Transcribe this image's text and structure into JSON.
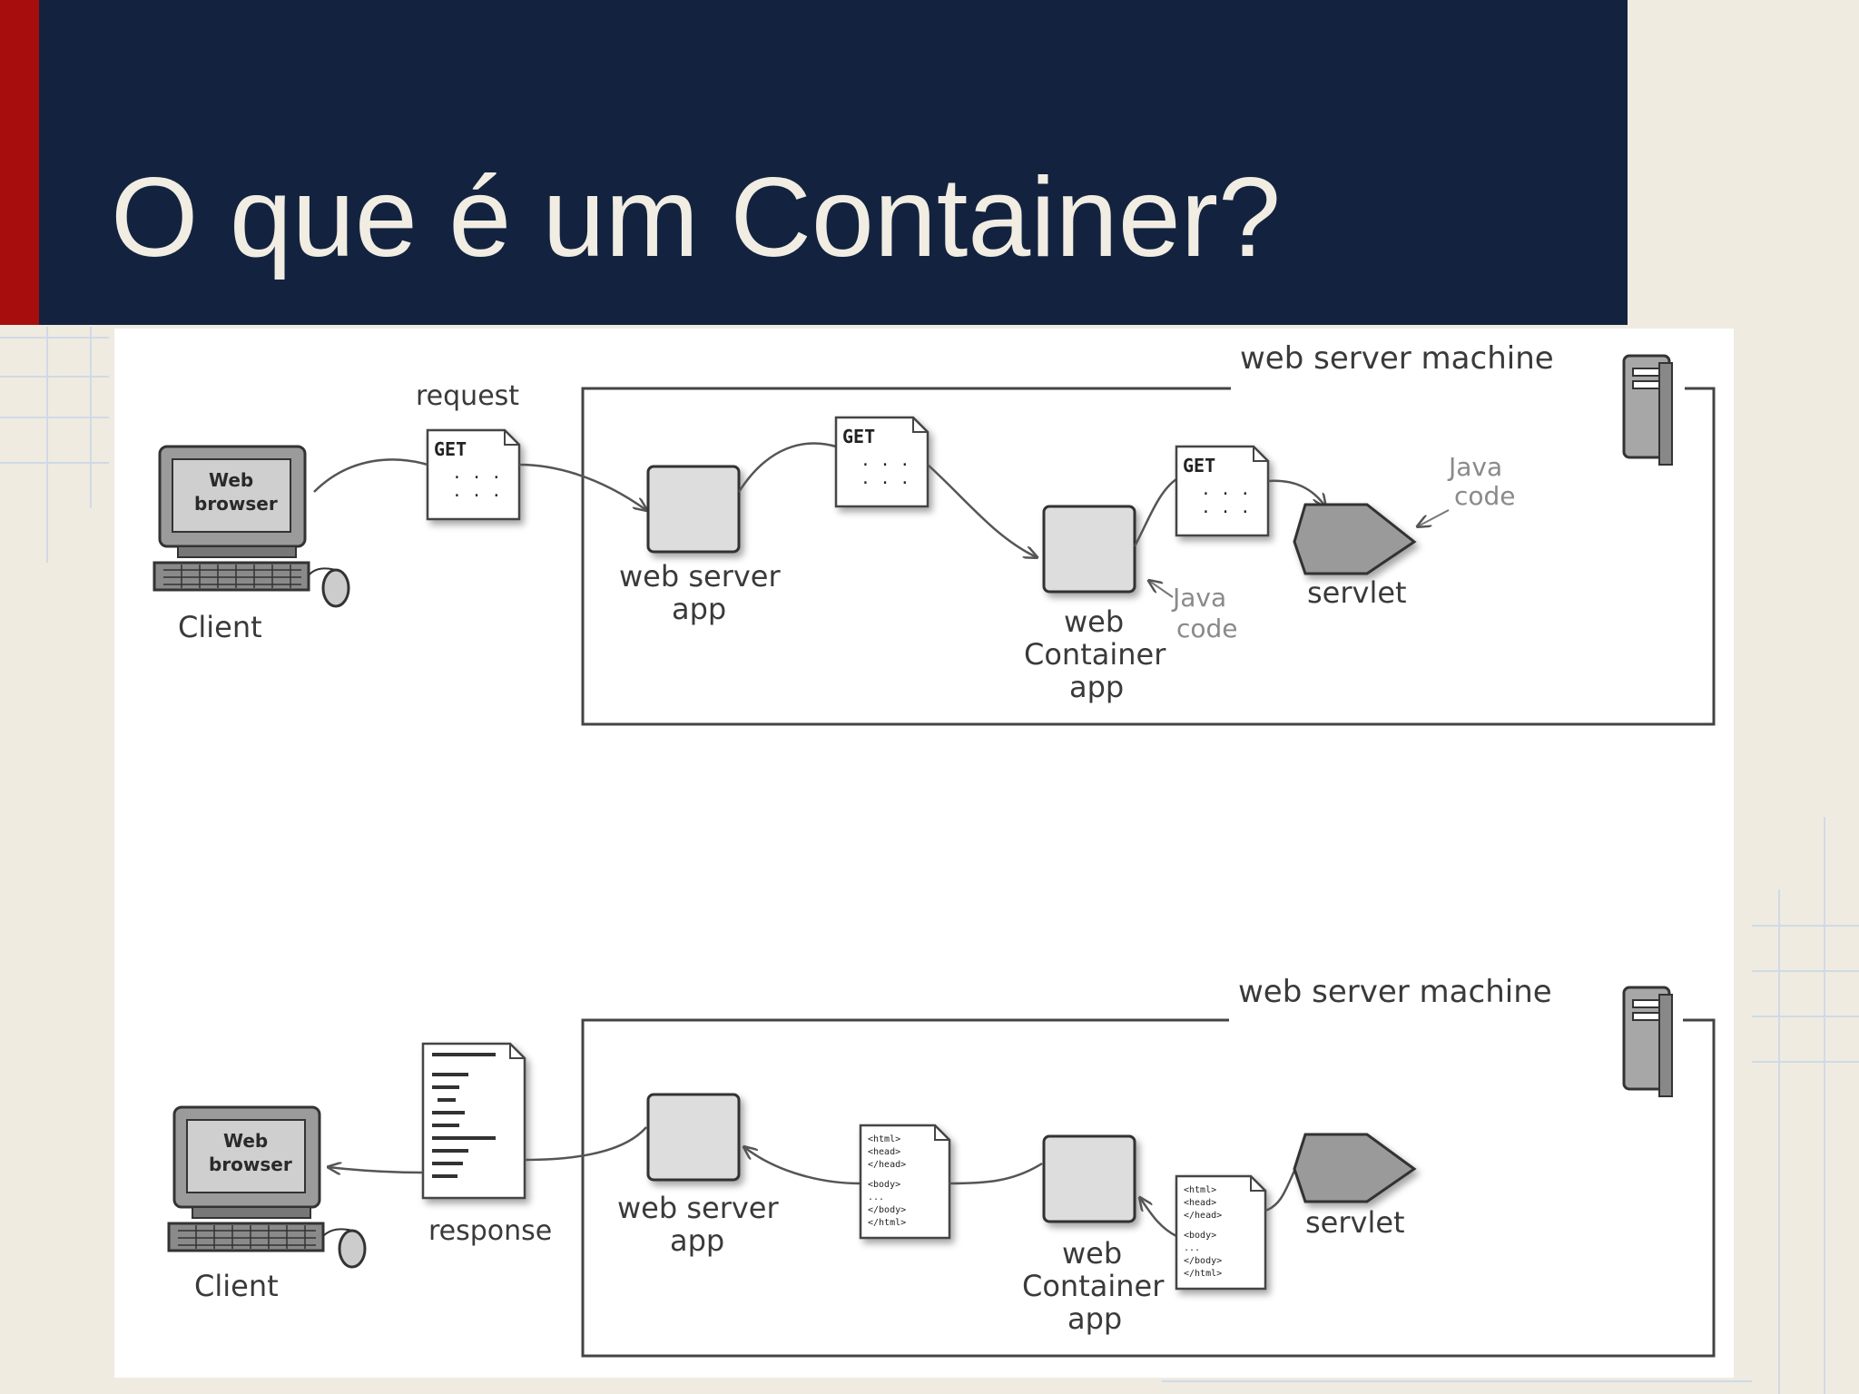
{
  "slide": {
    "title": "O que é um Container?",
    "accent_color": "#a70d0d",
    "header_color": "#13233f"
  },
  "request_flow": {
    "machine_label": "web server machine",
    "client": {
      "screen_label_1": "Web",
      "screen_label_2": "browser",
      "label": "Client"
    },
    "request_label": "request",
    "doc_get_1": "GET",
    "doc_get_2": "GET",
    "doc_get_3": "GET",
    "web_server_app_1": "web server",
    "web_server_app_2": "app",
    "container_1": "web",
    "container_2": "Container",
    "container_3": "app",
    "java_code_a_1": "Java",
    "java_code_a_2": "code",
    "java_code_b_1": "Java",
    "java_code_b_2": "code",
    "servlet_label": "servlet"
  },
  "response_flow": {
    "machine_label": "web server machine",
    "client": {
      "screen_label_1": "Web",
      "screen_label_2": "browser",
      "label": "Client"
    },
    "response_label": "response",
    "web_server_app_1": "web server",
    "web_server_app_2": "app",
    "container_1": "web",
    "container_2": "Container",
    "container_3": "app",
    "servlet_label": "servlet",
    "html_doc_lines": [
      "<html>",
      "<head>",
      "</head>",
      "<body>",
      "...",
      "</body>",
      "</html>"
    ]
  }
}
